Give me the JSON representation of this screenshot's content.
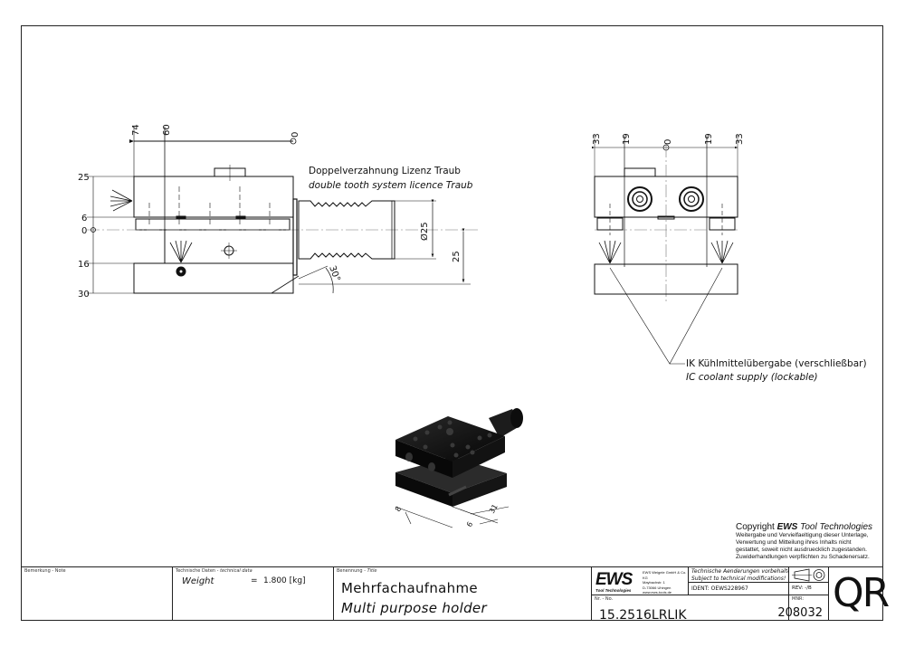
{
  "drawing": {
    "side_view": {
      "dims_top": [
        "74",
        "60",
        "0"
      ],
      "dims_left": [
        "25",
        "6",
        "0",
        "16",
        "30"
      ],
      "diameter": "Ø25",
      "height_dim": "25",
      "angle": "30°"
    },
    "front_view": {
      "dims_top": [
        "33",
        "19",
        "0",
        "19",
        "33"
      ]
    },
    "iso_view": {
      "dims": [
        "8",
        "6",
        "31"
      ]
    },
    "annotations": {
      "tooth_de": "Doppelverzahnung Lizenz Traub",
      "tooth_en": "double tooth system licence Traub",
      "coolant_de": "IK Kühlmittelübergabe (verschließbar)",
      "coolant_en": "IC coolant supply (lockable)"
    }
  },
  "copyright": {
    "prefix": "Copyright ",
    "brand": "EWS",
    "suffix": " Tool Technologies",
    "lines": [
      "Weitergabe und Vervielfaeltigung dieser Unterlage,",
      "Verwertung und Mitteilung ihres Inhalts nicht",
      "gestattet, soweit nicht ausdruecklich zugestanden.",
      "Zuwiderhandlungen verpflichten zu Schadenersatz."
    ]
  },
  "title_block": {
    "note_label": "Bemerkung - Note",
    "tech_label_de": "Technische Daten - ",
    "tech_label_en": "technical data",
    "weight_label": "Weight",
    "weight_eq": "=",
    "weight_value": "1.800 [kg]",
    "title_label_de": "Benennung - ",
    "title_label_en": "Title",
    "title_de": "Mehrfachaufnahme",
    "title_en": "Multi purpose holder",
    "logo": "EWS",
    "logo_sub": "Tool Technologies",
    "address": [
      "EWS Weigele GmbH & Co. KG",
      "Maybachstr. 1",
      "D-73066 Uhingen",
      "www.ews-tools.de"
    ],
    "changes_de": "Technische Aenderungen vorbehalten!",
    "changes_en": "Subject to technical modifications!",
    "ident": "IDENT:  OEWS228967",
    "rev": "REV:  -/B",
    "number_label": "Nr. - No.",
    "part_number": "15.2516LRLIK",
    "mnr_label": "MNR:",
    "mnr": "208032",
    "qr": "QR"
  }
}
